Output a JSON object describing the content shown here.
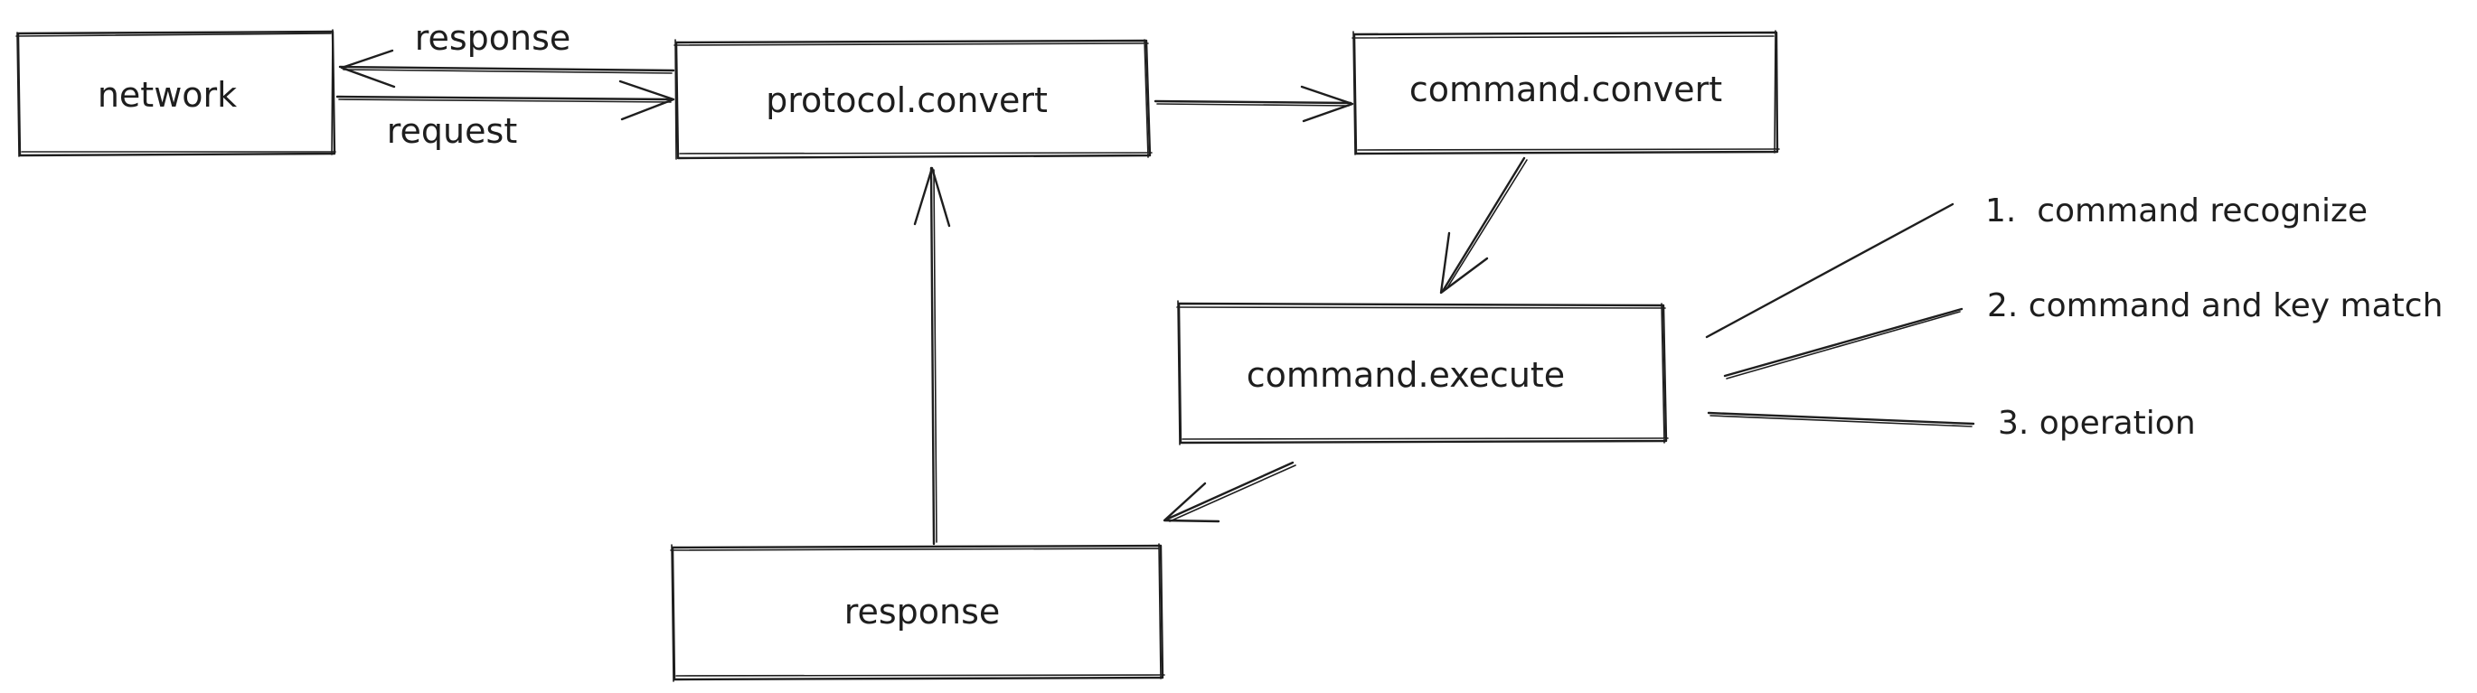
{
  "nodes": {
    "network": "network",
    "protocol_convert": "protocol.convert",
    "command_convert": "command.convert",
    "command_execute": "command.execute",
    "response": "response"
  },
  "edges": {
    "response_label": "response",
    "request_label": "request"
  },
  "notes": [
    "1.  command recognize",
    "2. command and key match",
    "3. operation"
  ]
}
